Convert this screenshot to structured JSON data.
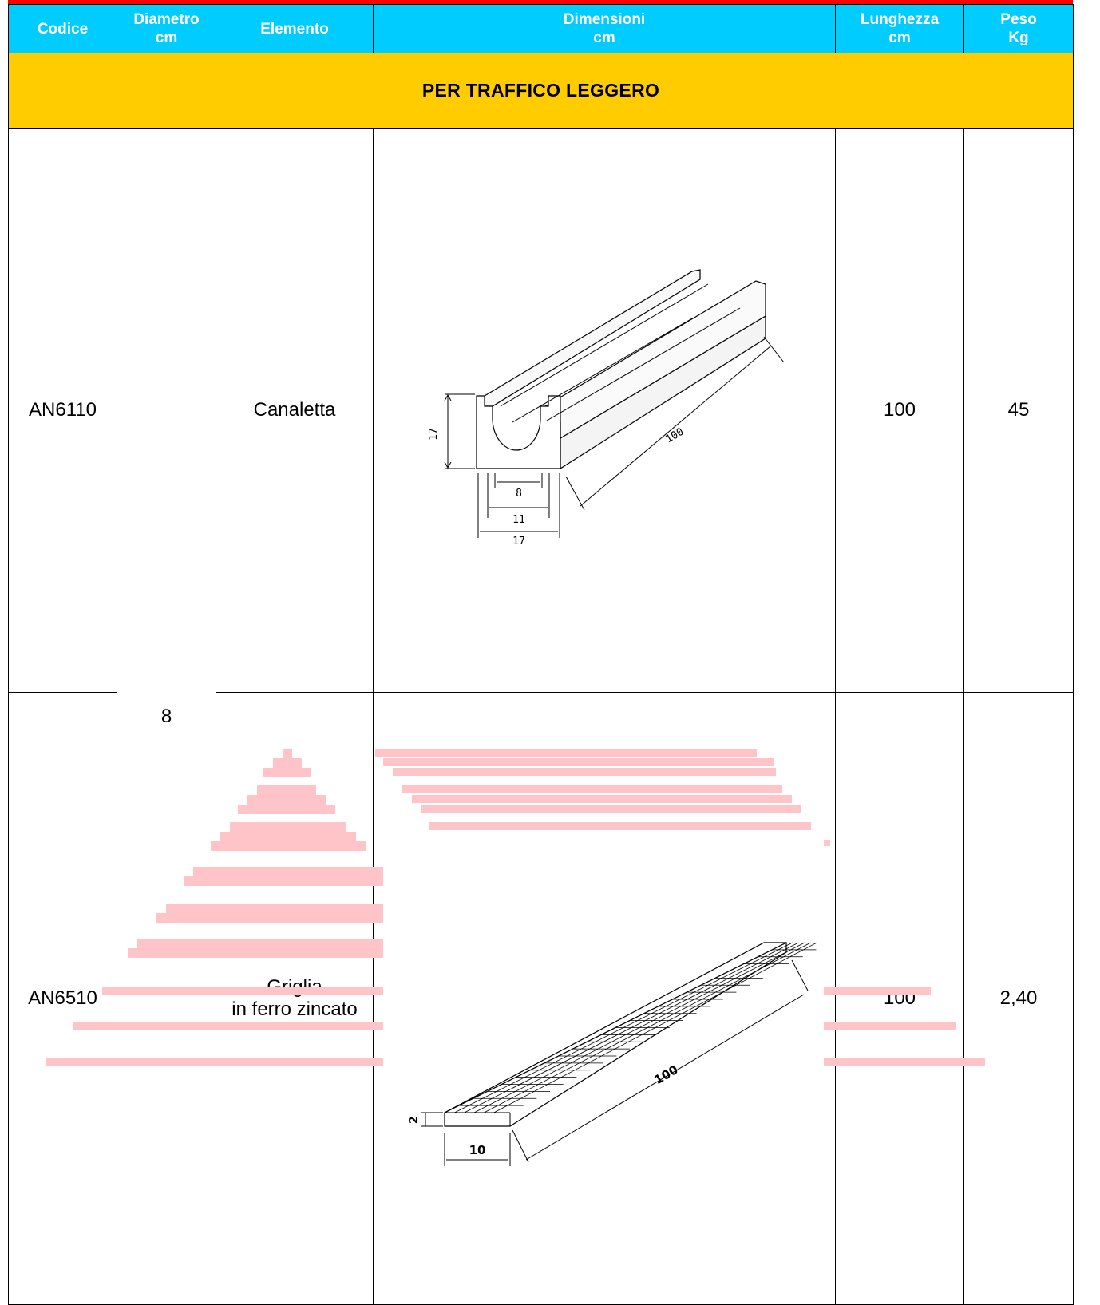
{
  "colors": {
    "header_bg": "#00ccff",
    "header_text": "#ffffff",
    "top_bar": "#ff0000",
    "section_bg": "#ffcc00",
    "watermark": "#ffc4c8"
  },
  "header": {
    "codice": [
      "Codice"
    ],
    "diametro": [
      "Diametro",
      "cm"
    ],
    "elemento": [
      "Elemento"
    ],
    "dimensioni": [
      "Dimensioni",
      "cm"
    ],
    "lunghezza": [
      "Lunghezza",
      "cm"
    ],
    "peso": [
      "Peso",
      "Kg"
    ]
  },
  "section": {
    "title": "PER TRAFFICO LEGGERO"
  },
  "diameter": "8",
  "rows": [
    {
      "code": "AN6110",
      "element": [
        "Canaletta"
      ],
      "length": "100",
      "weight": "45",
      "drawing": {
        "icon": "channel-drawing-icon",
        "height_label": "17",
        "length_label": "100",
        "inner_label": "8",
        "mid_label": "11",
        "outer_label": "17"
      }
    },
    {
      "code": "AN6510",
      "element": [
        "Griglia",
        "in ferro zincato"
      ],
      "length": "100",
      "weight": "2,40",
      "drawing": {
        "icon": "grate-drawing-icon",
        "height_label": "2",
        "length_label": "100",
        "width_label": "10"
      }
    }
  ]
}
